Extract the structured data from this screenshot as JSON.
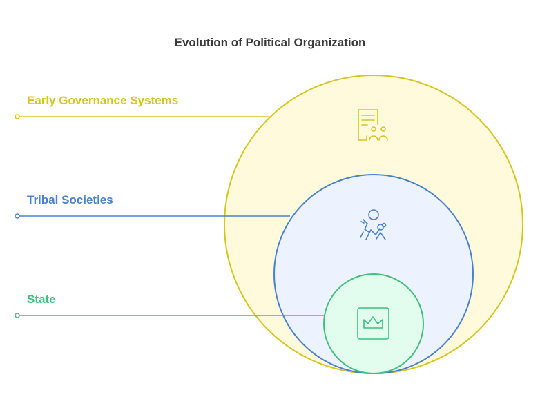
{
  "title": "Evolution of Political Organization",
  "layers": [
    {
      "label": "Early Governance Systems",
      "icon": "document-people-icon",
      "stroke_color": "#D8C41E",
      "fill_color": "#FEFADB"
    },
    {
      "label": "Tribal Societies",
      "icon": "people-group-icon",
      "stroke_color": "#4A80CC",
      "fill_color": "#ECF3FE"
    },
    {
      "label": "State",
      "icon": "crown-frame-icon",
      "stroke_color": "#3DBF7E",
      "fill_color": "#E2FCEE"
    }
  ]
}
